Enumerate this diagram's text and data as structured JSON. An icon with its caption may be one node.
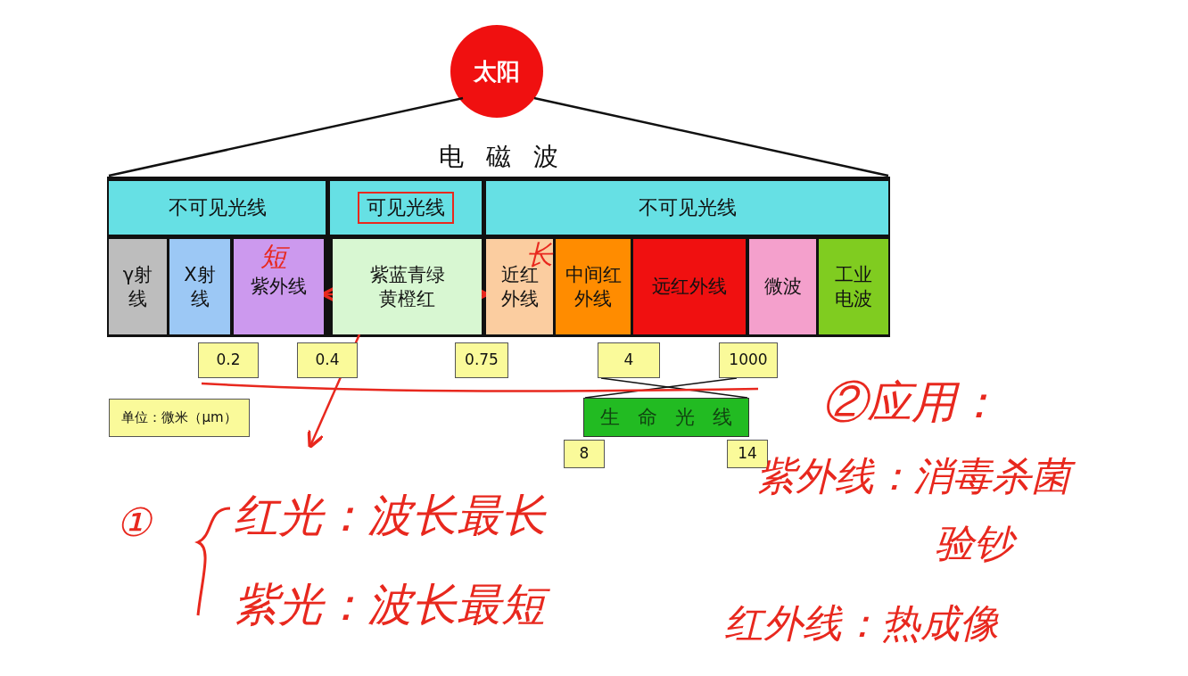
{
  "diagram": {
    "nodes": [
      {
        "text": [
          "太阳"
        ]
      },
      {
        "text": [
          "电磁波"
        ]
      },
      {
        "text": [
          "不可见光线"
        ]
      },
      {
        "text": [
          "可见光线"
        ]
      },
      {
        "text": [
          "不可见光线"
        ]
      },
      {
        "text": [
          "γ射线"
        ]
      },
      {
        "text": [
          "X射线"
        ]
      },
      {
        "text": [
          "紫外线"
        ]
      },
      {
        "text": [
          "紫蓝青绿黄橙红"
        ]
      },
      {
        "text": [
          "近红外线"
        ]
      },
      {
        "text": [
          "中间红外线"
        ]
      },
      {
        "text": [
          "远红外线"
        ]
      },
      {
        "text": [
          "微波"
        ]
      },
      {
        "text": [
          "工业电波"
        ]
      },
      {
        "text": [
          "0.2"
        ]
      },
      {
        "text": [
          "0.4"
        ]
      },
      {
        "text": [
          "0.75"
        ]
      },
      {
        "text": [
          "4"
        ]
      },
      {
        "text": [
          "1000"
        ]
      },
      {
        "text": [
          "单位：微米（μm）"
        ]
      },
      {
        "text": [
          "生命光线"
        ]
      },
      {
        "text": [
          "8"
        ]
      },
      {
        "text": [
          "14"
        ]
      }
    ],
    "edges": [
      {
        "from": 17,
        "to": 20,
        "arrow": "none",
        "color": "#111111"
      },
      {
        "from": 18,
        "to": 20,
        "arrow": "none",
        "color": "#111111"
      },
      {
        "from": 8,
        "to": 7,
        "arrow": "to",
        "color": "#e8281e"
      },
      {
        "from": 8,
        "to": 9,
        "arrow": "to",
        "color": "#e8281e"
      },
      {
        "from": 8,
        "to": null,
        "arrow": "to",
        "color": "#e8281e"
      }
    ],
    "labels": [
      "短",
      "长",
      "①",
      "红光：波长最长",
      "紫光：波长最短",
      "②应用：",
      "紫外线：消毒杀菌",
      "验钞",
      "红外线：热成像"
    ]
  }
}
